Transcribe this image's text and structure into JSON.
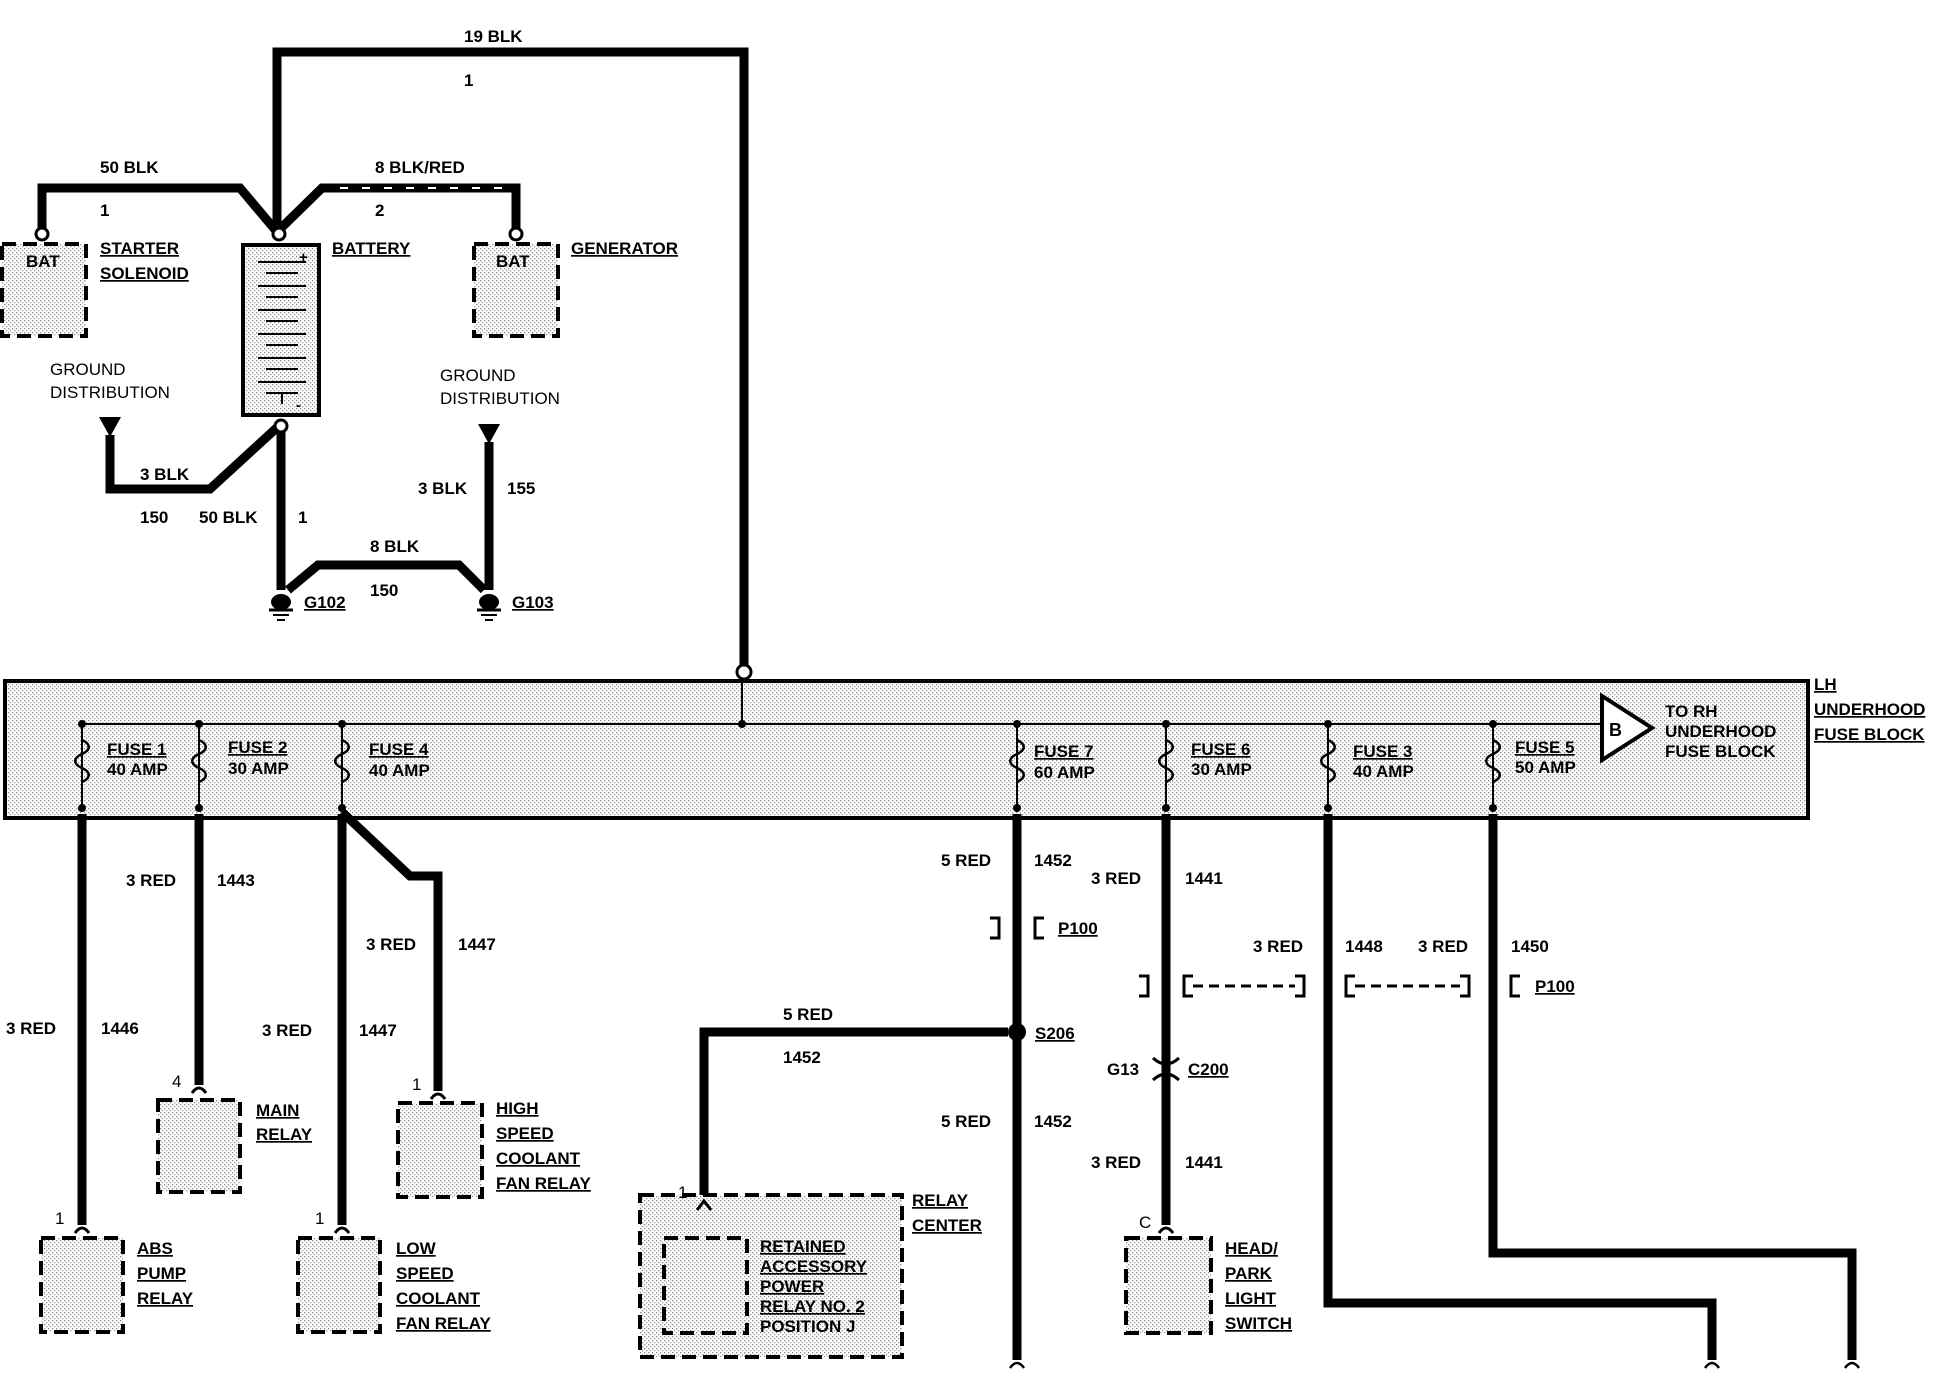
{
  "power_section": {
    "wire_19blk": {
      "label": "19 BLK",
      "circuit": "1"
    },
    "wire_50blk_top": {
      "label": "50 BLK",
      "circuit": "1"
    },
    "wire_8blkred": {
      "label": "8 BLK/RED",
      "circuit": "2"
    },
    "starter": {
      "terminal": "BAT",
      "name_line1": "STARTER",
      "name_line2": "SOLENOID"
    },
    "battery": {
      "name": "BATTERY",
      "plus": "+",
      "minus": "-"
    },
    "generator": {
      "terminal": "BAT",
      "name": "GENERATOR"
    },
    "ground_left": {
      "line1": "GROUND",
      "line2": "DISTRIBUTION"
    },
    "ground_right": {
      "line1": "GROUND",
      "line2": "DISTRIBUTION"
    },
    "wire_3blk_left": {
      "label": "3 BLK",
      "circuit": "150"
    },
    "wire_50blk_bottom": {
      "label": "50 BLK",
      "circuit": "1"
    },
    "wire_3blk_right": {
      "label": "3 BLK",
      "circuit": "155"
    },
    "wire_8blk": {
      "label": "8 BLK",
      "circuit": "150"
    },
    "g102": "G102",
    "g103": "G103"
  },
  "fuse_block": {
    "name_line1": "LH",
    "name_line2": "UNDERHOOD",
    "name_line3": "FUSE BLOCK",
    "connector_letter": "B",
    "to_rh_line1": "TO RH",
    "to_rh_line2": "UNDERHOOD",
    "to_rh_line3": "FUSE BLOCK",
    "fuses": [
      {
        "name": "FUSE 1",
        "rating": "40 AMP"
      },
      {
        "name": "FUSE 2",
        "rating": "30 AMP"
      },
      {
        "name": "FUSE 4",
        "rating": "40 AMP"
      },
      {
        "name": "FUSE 7",
        "rating": "60 AMP"
      },
      {
        "name": "FUSE 6",
        "rating": "30 AMP"
      },
      {
        "name": "FUSE 3",
        "rating": "40 AMP"
      },
      {
        "name": "FUSE 5",
        "rating": "50 AMP"
      }
    ]
  },
  "outputs": {
    "f1_wire": {
      "label": "3 RED",
      "circuit": "1446"
    },
    "f2_wire": {
      "label": "3 RED",
      "circuit": "1443"
    },
    "f4_wire_a": {
      "label": "3 RED",
      "circuit": "1447"
    },
    "f4_wire_b": {
      "label": "3 RED",
      "circuit": "1447"
    },
    "f7_wire_a": {
      "label": "5 RED",
      "circuit": "1452"
    },
    "f7_wire_b": {
      "label": "5 RED",
      "circuit": "1452"
    },
    "rap_wire": {
      "label": "5 RED",
      "circuit": "1452"
    },
    "f6_wire_a": {
      "label": "3 RED",
      "circuit": "1441"
    },
    "f6_wire_b": {
      "label": "3 RED",
      "circuit": "1441"
    },
    "f3_wire": {
      "label": "3 RED",
      "circuit": "1448"
    },
    "f5_wire": {
      "label": "3 RED",
      "circuit": "1450"
    },
    "p100_a": "P100",
    "p100_b": "P100",
    "s206": "S206",
    "g13": "G13",
    "c200": "C200"
  },
  "loads": {
    "abs": {
      "pin": "1",
      "line1": "ABS",
      "line2": "PUMP",
      "line3": "RELAY"
    },
    "main": {
      "pin": "4",
      "line1": "MAIN",
      "line2": "RELAY"
    },
    "low": {
      "pin": "1",
      "line1": "LOW",
      "line2": "SPEED",
      "line3": "COOLANT",
      "line4": "FAN RELAY"
    },
    "high": {
      "pin": "1",
      "line1": "HIGH",
      "line2": "SPEED",
      "line3": "COOLANT",
      "line4": "FAN RELAY"
    },
    "relay_center": {
      "line1": "RELAY",
      "line2": "CENTER"
    },
    "rap": {
      "pin": "1",
      "line1": "RETAINED",
      "line2": "ACCESSORY",
      "line3": "POWER",
      "line4": "RELAY NO. 2",
      "line5": "POSITION J"
    },
    "headlight": {
      "pin": "C",
      "line1": "HEAD/",
      "line2": "PARK",
      "line3": "LIGHT",
      "line4": "SWITCH"
    }
  }
}
